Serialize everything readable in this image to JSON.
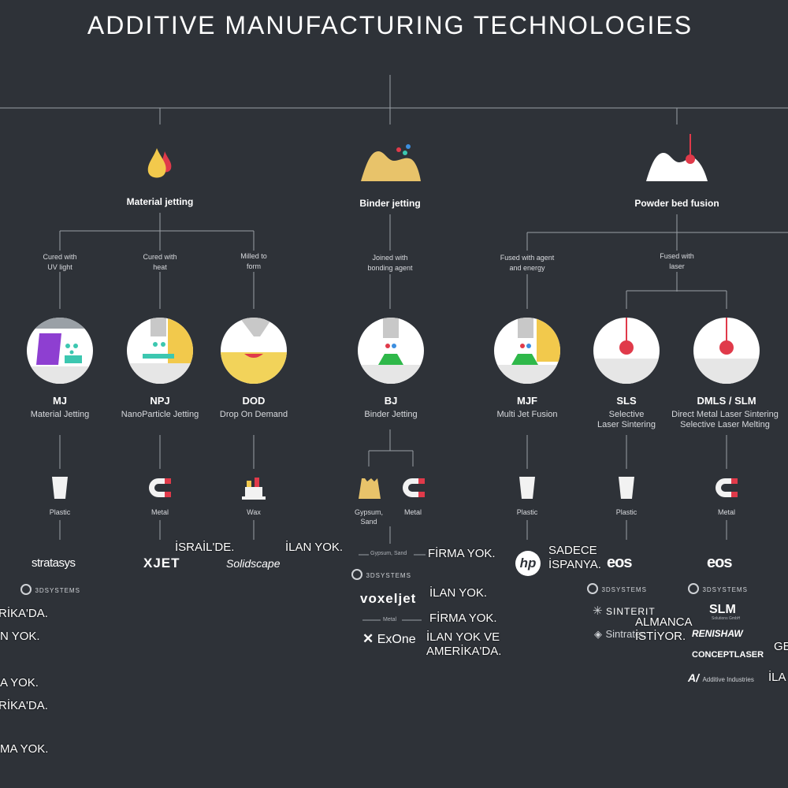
{
  "title": "ADDITIVE MANUFACTURING TECHNOLOGIES",
  "categories": {
    "material_jetting": "Material jetting",
    "binder_jetting": "Binder jetting",
    "powder_bed_fusion": "Powder bed fusion"
  },
  "sub": {
    "uv": [
      "Cured with",
      "UV light"
    ],
    "heat": [
      "Cured with",
      "heat"
    ],
    "milled": [
      "Milled to",
      "form"
    ],
    "joined": [
      "Joined with",
      "bonding agent"
    ],
    "fused_agent": [
      "Fused with agent",
      "and energy"
    ],
    "fused_laser": [
      "Fused with",
      "laser"
    ]
  },
  "tech": {
    "mj": {
      "code": "MJ",
      "name": "Material Jetting"
    },
    "npj": {
      "code": "NPJ",
      "name": "NanoParticle Jetting"
    },
    "dod": {
      "code": "DOD",
      "name": "Drop On Demand"
    },
    "bj": {
      "code": "BJ",
      "name": "Binder Jetting"
    },
    "mjf": {
      "code": "MJF",
      "name": "Multi Jet Fusion"
    },
    "sls": {
      "code": "SLS",
      "name": [
        "Selective",
        "Laser Sintering"
      ]
    },
    "dmls": {
      "code": "DMLS / SLM",
      "name": [
        "Direct Metal Laser Sintering",
        "Selective Laser Melting"
      ]
    }
  },
  "materials": {
    "mj": "Plastic",
    "npj": "Metal",
    "dod": "Wax",
    "bj_a": [
      "Gypsum,",
      "Sand"
    ],
    "bj_b": "Metal",
    "mjf": "Plastic",
    "sls": "Plastic",
    "dmls": "Metal"
  },
  "logos": {
    "stratasys": "stratasys",
    "3dsystems": "3DSYSTEMS",
    "xjet": "XJET",
    "solidscape": "Solidscape",
    "voxeljet": "voxeljet",
    "exone": "ExOne",
    "hp": "hp",
    "eos": "eos",
    "sinterit": "SINTERIT",
    "sintratec": "Sintratec",
    "slm": "SLM",
    "slm_sub": "Solutions GmbH",
    "renishaw": "RENISHAW",
    "conceptlaser": "CONCEPTLASER",
    "additive": "Additive Industries",
    "bj_gypsum_label": "Gypsum, Sand",
    "bj_metal_label": "Metal"
  },
  "notes": {
    "israil": "İSRAİL'DE.",
    "ilan_yok_top": "İLAN YOK.",
    "firma_yok_1": "FİRMA YOK.",
    "ilan_yok_bj": "İLAN YOK.",
    "firma_yok_2": "FİRMA YOK.",
    "ilan_yok_ve": [
      "İLAN YOK VE",
      "AMERİKA'DA."
    ],
    "sadece": [
      "SADECE",
      "İSPANYA."
    ],
    "almanca": [
      "ALMANCA",
      "İSTİYOR."
    ],
    "ge": "GE",
    "ila": "İLA",
    "left_1": "RİKA'DA.",
    "left_2": "N YOK.",
    "left_3": "A YOK.",
    "left_4": "RİKA'DA.",
    "left_5": "MA YOK."
  },
  "colors": {
    "background": "#2e3238",
    "line": "#9aa0a6",
    "yellow": "#f2c94c",
    "red": "#e03a4a",
    "sand": "#e8c36a",
    "purple": "#8e3fd1",
    "teal": "#3cc7b0"
  }
}
